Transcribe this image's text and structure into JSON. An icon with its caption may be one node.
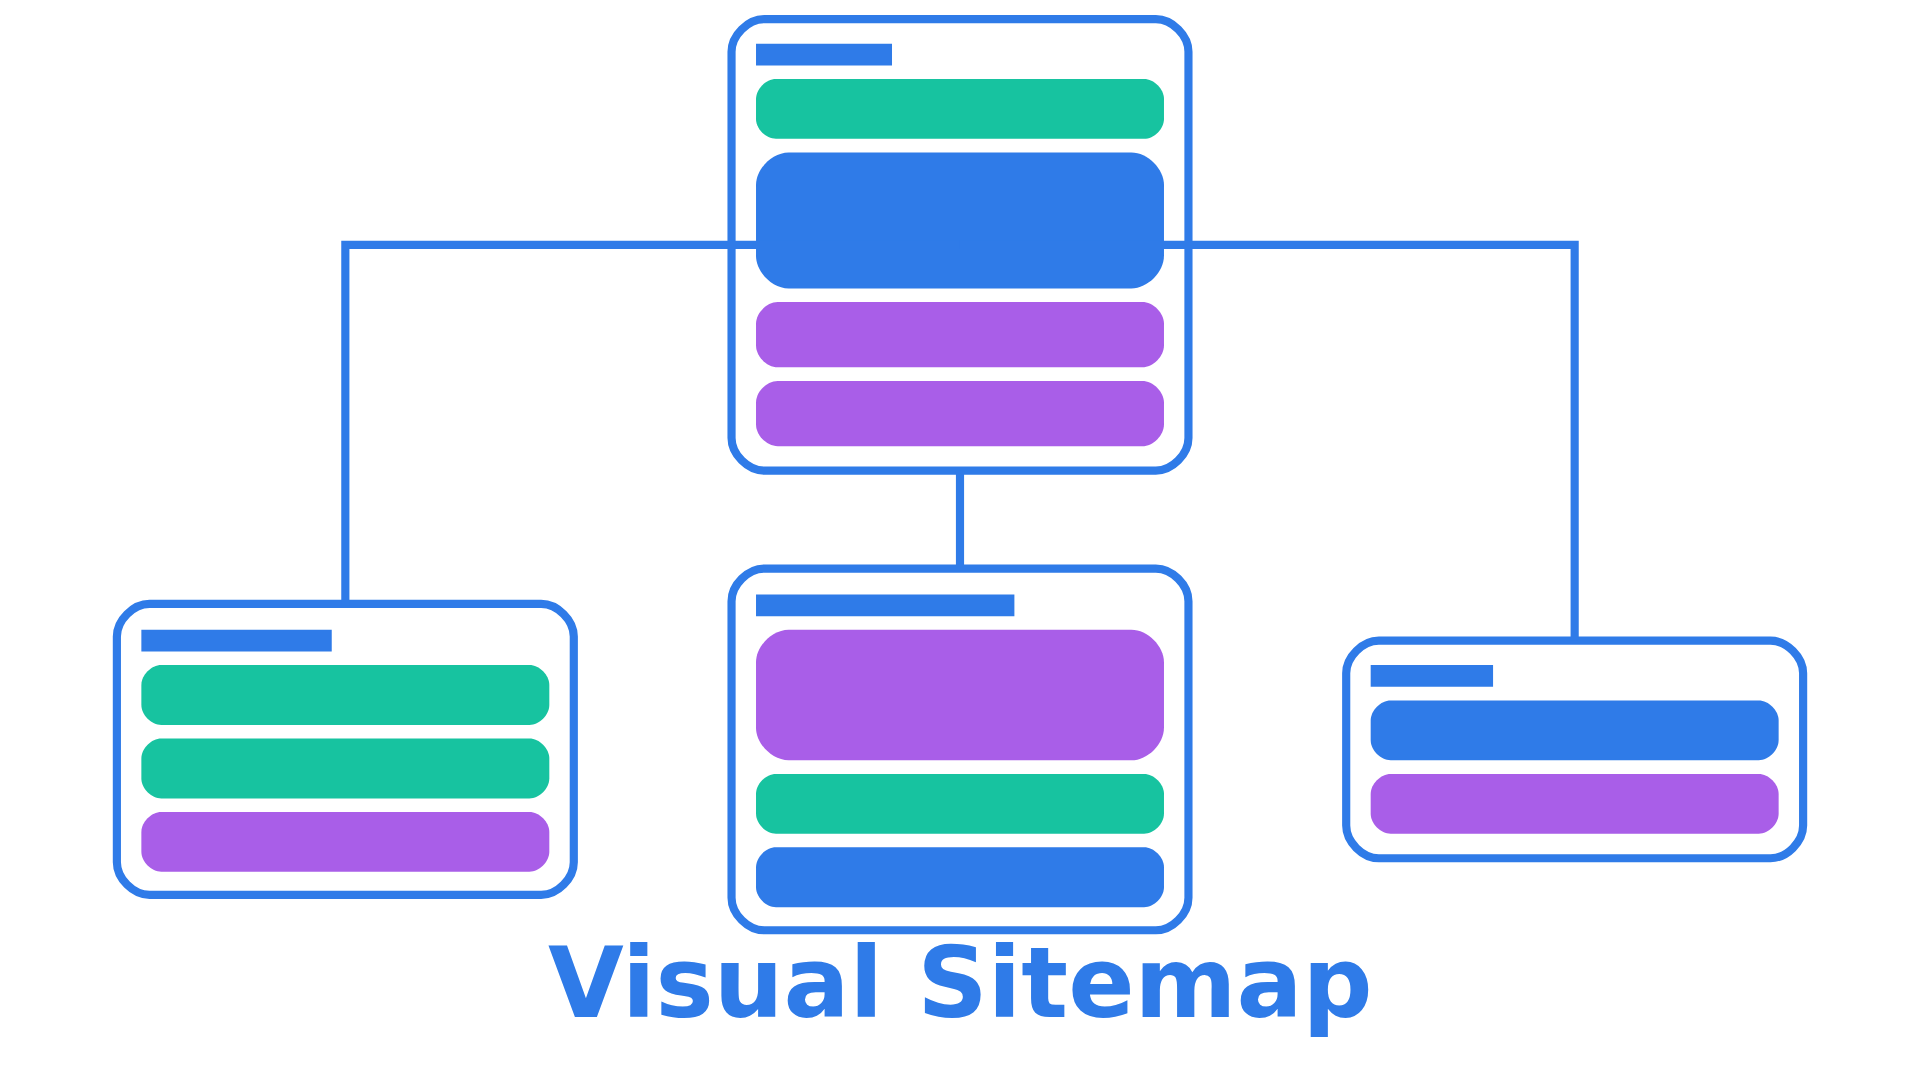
{
  "diagram": {
    "caption": "Visual Sitemap",
    "nodes": [
      {
        "text": [],
        "shape": "box"
      },
      {
        "text": [],
        "shape": "box"
      },
      {
        "text": [],
        "shape": "box"
      },
      {
        "text": [],
        "shape": "box"
      }
    ],
    "edges": [
      {
        "from": 0,
        "to": 1,
        "arrow": "none"
      },
      {
        "from": 0,
        "to": 2,
        "arrow": "none"
      },
      {
        "from": 0,
        "to": 3,
        "arrow": "none"
      }
    ]
  }
}
